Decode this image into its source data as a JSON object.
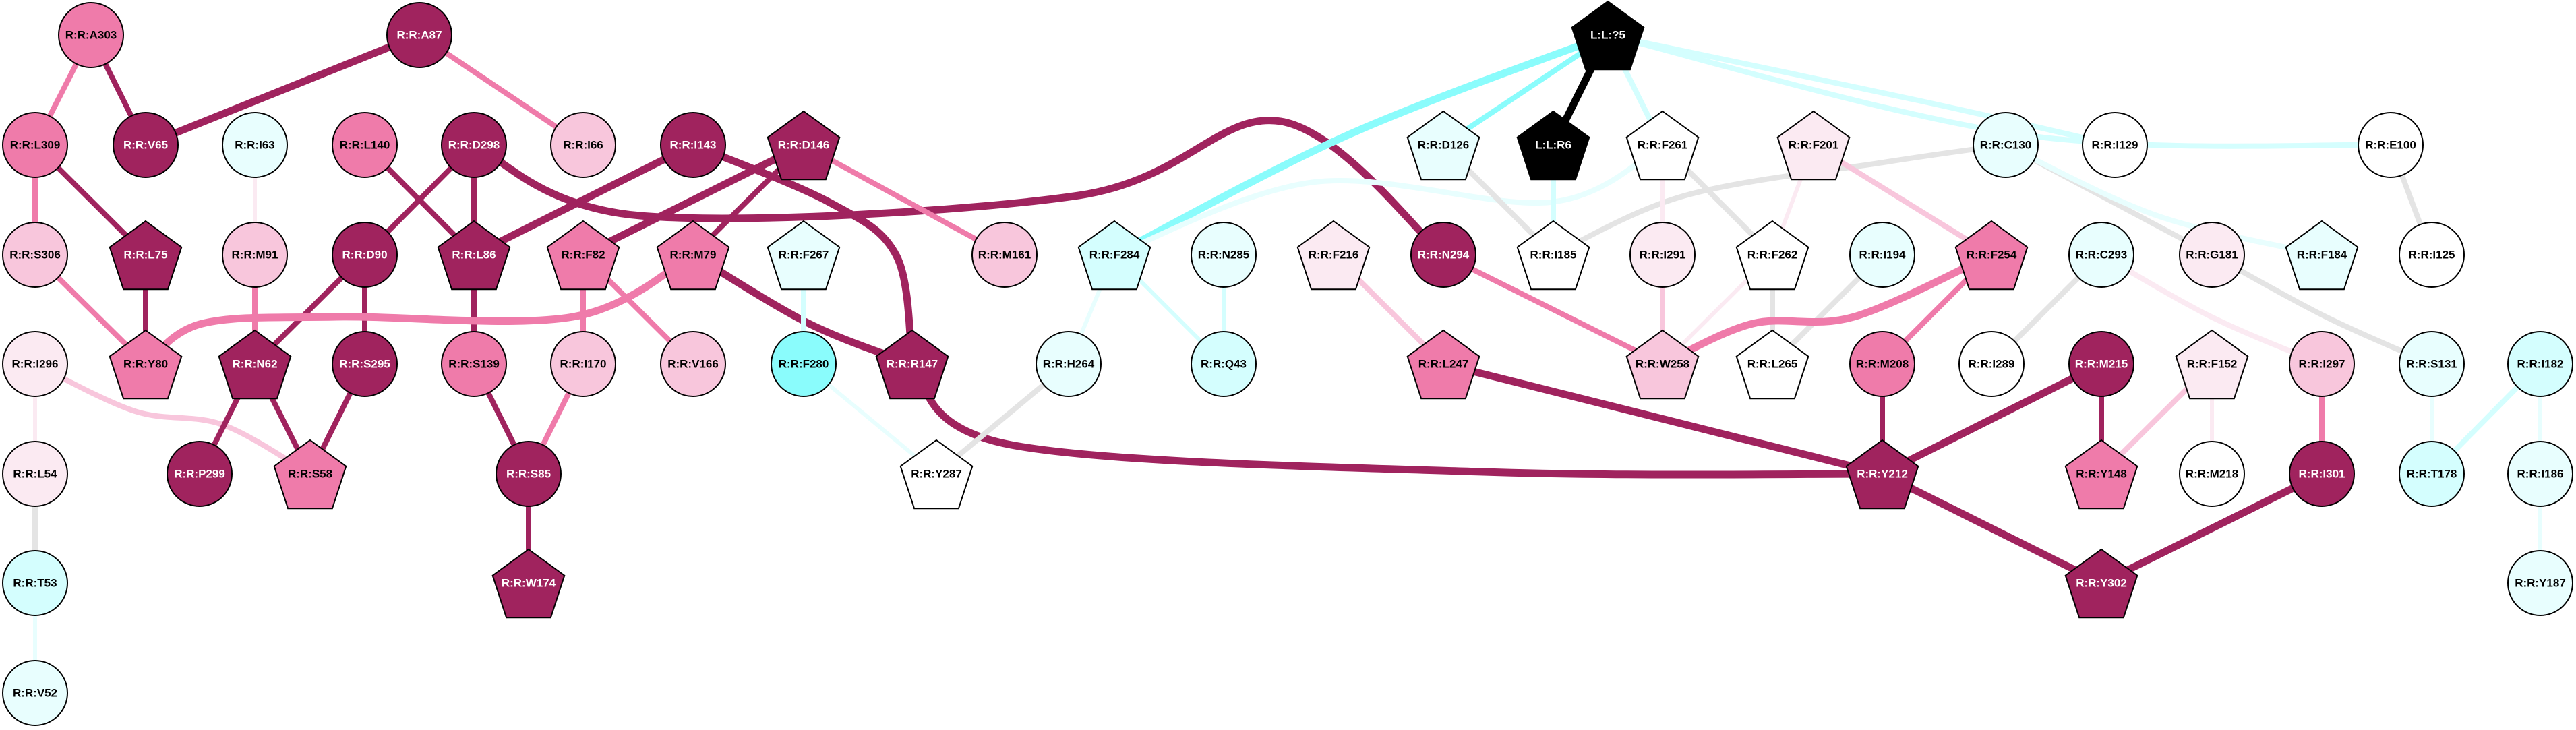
{
  "title": "Residue interaction network",
  "palette": {
    "dark": "#A0235E",
    "pink": "#EF7BAA",
    "light_pink": "#F8C6DC",
    "pale_pink": "#FBEAF2",
    "white": "#FFFFFF",
    "pale_cyan": "#E8FEFE",
    "light_cyan": "#D4FEFE",
    "cyan": "#8AFCFC",
    "black": "#000000",
    "gray": "#E4E4E4"
  },
  "nodes": [
    {
      "id": "A303",
      "label": "R:R:A303",
      "shape": "circle",
      "fill": "pink"
    },
    {
      "id": "A87",
      "label": "R:R:A87",
      "shape": "circle",
      "fill": "dark"
    },
    {
      "id": "L:?5",
      "label": "L:L:?5",
      "shape": "pentagon",
      "fill": "black"
    },
    {
      "id": "L309",
      "label": "R:R:L309",
      "shape": "circle",
      "fill": "pink"
    },
    {
      "id": "V65",
      "label": "R:R:V65",
      "shape": "circle",
      "fill": "dark"
    },
    {
      "id": "I63",
      "label": "R:R:I63",
      "shape": "circle",
      "fill": "pale_cyan"
    },
    {
      "id": "L140",
      "label": "R:R:L140",
      "shape": "circle",
      "fill": "pink"
    },
    {
      "id": "D298",
      "label": "R:R:D298",
      "shape": "circle",
      "fill": "dark"
    },
    {
      "id": "I66",
      "label": "R:R:I66",
      "shape": "circle",
      "fill": "light_pink"
    },
    {
      "id": "I143",
      "label": "R:R:I143",
      "shape": "circle",
      "fill": "dark"
    },
    {
      "id": "D146",
      "label": "R:R:D146",
      "shape": "pentagon",
      "fill": "dark"
    },
    {
      "id": "D126",
      "label": "R:R:D126",
      "shape": "pentagon",
      "fill": "pale_cyan"
    },
    {
      "id": "L:R6",
      "label": "L:L:R6",
      "shape": "pentagon",
      "fill": "black"
    },
    {
      "id": "F261",
      "label": "R:R:F261",
      "shape": "pentagon",
      "fill": "white"
    },
    {
      "id": "F201",
      "label": "R:R:F201",
      "shape": "pentagon",
      "fill": "pale_pink"
    },
    {
      "id": "C130",
      "label": "R:R:C130",
      "shape": "circle",
      "fill": "pale_cyan"
    },
    {
      "id": "I129",
      "label": "R:R:I129",
      "shape": "circle",
      "fill": "white"
    },
    {
      "id": "E100",
      "label": "R:R:E100",
      "shape": "circle",
      "fill": "white"
    },
    {
      "id": "S306",
      "label": "R:R:S306",
      "shape": "circle",
      "fill": "light_pink"
    },
    {
      "id": "L75",
      "label": "R:R:L75",
      "shape": "pentagon",
      "fill": "dark"
    },
    {
      "id": "M91",
      "label": "R:R:M91",
      "shape": "circle",
      "fill": "light_pink"
    },
    {
      "id": "D90",
      "label": "R:R:D90",
      "shape": "circle",
      "fill": "dark"
    },
    {
      "id": "L86",
      "label": "R:R:L86",
      "shape": "pentagon",
      "fill": "dark"
    },
    {
      "id": "F82",
      "label": "R:R:F82",
      "shape": "pentagon",
      "fill": "pink"
    },
    {
      "id": "M79",
      "label": "R:R:M79",
      "shape": "pentagon",
      "fill": "pink"
    },
    {
      "id": "F267",
      "label": "R:R:F267",
      "shape": "pentagon",
      "fill": "pale_cyan"
    },
    {
      "id": "M161",
      "label": "R:R:M161",
      "shape": "circle",
      "fill": "light_pink"
    },
    {
      "id": "F284",
      "label": "R:R:F284",
      "shape": "pentagon",
      "fill": "light_cyan"
    },
    {
      "id": "N285",
      "label": "R:R:N285",
      "shape": "circle",
      "fill": "pale_cyan"
    },
    {
      "id": "F216",
      "label": "R:R:F216",
      "shape": "pentagon",
      "fill": "pale_pink"
    },
    {
      "id": "N294",
      "label": "R:R:N294",
      "shape": "circle",
      "fill": "dark"
    },
    {
      "id": "I185",
      "label": "R:R:I185",
      "shape": "pentagon",
      "fill": "white"
    },
    {
      "id": "I291",
      "label": "R:R:I291",
      "shape": "circle",
      "fill": "pale_pink"
    },
    {
      "id": "F262",
      "label": "R:R:F262",
      "shape": "pentagon",
      "fill": "white"
    },
    {
      "id": "I194",
      "label": "R:R:I194",
      "shape": "circle",
      "fill": "pale_cyan"
    },
    {
      "id": "F254",
      "label": "R:R:F254",
      "shape": "pentagon",
      "fill": "pink"
    },
    {
      "id": "C293",
      "label": "R:R:C293",
      "shape": "circle",
      "fill": "pale_cyan"
    },
    {
      "id": "G181",
      "label": "R:R:G181",
      "shape": "circle",
      "fill": "pale_pink"
    },
    {
      "id": "F184",
      "label": "R:R:F184",
      "shape": "pentagon",
      "fill": "pale_cyan"
    },
    {
      "id": "I125",
      "label": "R:R:I125",
      "shape": "circle",
      "fill": "white"
    },
    {
      "id": "I296",
      "label": "R:R:I296",
      "shape": "circle",
      "fill": "pale_pink"
    },
    {
      "id": "Y80",
      "label": "R:R:Y80",
      "shape": "pentagon",
      "fill": "pink"
    },
    {
      "id": "N62",
      "label": "R:R:N62",
      "shape": "pentagon",
      "fill": "dark"
    },
    {
      "id": "S295",
      "label": "R:R:S295",
      "shape": "circle",
      "fill": "dark"
    },
    {
      "id": "S139",
      "label": "R:R:S139",
      "shape": "circle",
      "fill": "pink"
    },
    {
      "id": "I170",
      "label": "R:R:I170",
      "shape": "circle",
      "fill": "light_pink"
    },
    {
      "id": "V166",
      "label": "R:R:V166",
      "shape": "circle",
      "fill": "light_pink"
    },
    {
      "id": "F280",
      "label": "R:R:F280",
      "shape": "circle",
      "fill": "cyan"
    },
    {
      "id": "R147",
      "label": "R:R:R147",
      "shape": "pentagon",
      "fill": "dark"
    },
    {
      "id": "H264",
      "label": "R:R:H264",
      "shape": "circle",
      "fill": "pale_cyan"
    },
    {
      "id": "Q43",
      "label": "R:R:Q43",
      "shape": "circle",
      "fill": "light_cyan"
    },
    {
      "id": "L247",
      "label": "R:R:L247",
      "shape": "pentagon",
      "fill": "pink"
    },
    {
      "id": "W258",
      "label": "R:R:W258",
      "shape": "pentagon",
      "fill": "light_pink"
    },
    {
      "id": "L265",
      "label": "R:R:L265",
      "shape": "pentagon",
      "fill": "white"
    },
    {
      "id": "M208",
      "label": "R:R:M208",
      "shape": "circle",
      "fill": "pink"
    },
    {
      "id": "I289",
      "label": "R:R:I289",
      "shape": "circle",
      "fill": "white"
    },
    {
      "id": "M215",
      "label": "R:R:M215",
      "shape": "circle",
      "fill": "dark"
    },
    {
      "id": "F152",
      "label": "R:R:F152",
      "shape": "pentagon",
      "fill": "pale_pink"
    },
    {
      "id": "I297",
      "label": "R:R:I297",
      "shape": "circle",
      "fill": "light_pink"
    },
    {
      "id": "S131",
      "label": "R:R:S131",
      "shape": "circle",
      "fill": "pale_cyan"
    },
    {
      "id": "I182",
      "label": "R:R:I182",
      "shape": "circle",
      "fill": "light_cyan"
    },
    {
      "id": "L54",
      "label": "R:R:L54",
      "shape": "circle",
      "fill": "pale_pink"
    },
    {
      "id": "P299",
      "label": "R:R:P299",
      "shape": "circle",
      "fill": "dark"
    },
    {
      "id": "S58",
      "label": "R:R:S58",
      "shape": "pentagon",
      "fill": "pink"
    },
    {
      "id": "S85",
      "label": "R:R:S85",
      "shape": "circle",
      "fill": "dark"
    },
    {
      "id": "Y287",
      "label": "R:R:Y287",
      "shape": "pentagon",
      "fill": "white"
    },
    {
      "id": "Y212",
      "label": "R:R:Y212",
      "shape": "pentagon",
      "fill": "dark"
    },
    {
      "id": "Y148",
      "label": "R:R:Y148",
      "shape": "pentagon",
      "fill": "pink"
    },
    {
      "id": "M218",
      "label": "R:R:M218",
      "shape": "circle",
      "fill": "white"
    },
    {
      "id": "I301",
      "label": "R:R:I301",
      "shape": "circle",
      "fill": "dark"
    },
    {
      "id": "T178",
      "label": "R:R:T178",
      "shape": "circle",
      "fill": "light_cyan"
    },
    {
      "id": "I186",
      "label": "R:R:I186",
      "shape": "circle",
      "fill": "pale_cyan"
    },
    {
      "id": "T53",
      "label": "R:R:T53",
      "shape": "circle",
      "fill": "light_cyan"
    },
    {
      "id": "W174",
      "label": "R:R:W174",
      "shape": "pentagon",
      "fill": "dark"
    },
    {
      "id": "Y302",
      "label": "R:R:Y302",
      "shape": "pentagon",
      "fill": "dark"
    },
    {
      "id": "Y187",
      "label": "R:R:Y187",
      "shape": "circle",
      "fill": "pale_cyan"
    },
    {
      "id": "V52",
      "label": "R:R:V52",
      "shape": "circle",
      "fill": "pale_cyan"
    }
  ],
  "edges": [
    {
      "source": "A303",
      "target": "L309",
      "color": "pink",
      "strength": "medium"
    },
    {
      "source": "A303",
      "target": "V65",
      "color": "dark",
      "strength": "medium"
    },
    {
      "source": "A87",
      "target": "V65",
      "color": "dark",
      "strength": "strong"
    },
    {
      "source": "A87",
      "target": "I66",
      "color": "pink",
      "strength": "medium"
    },
    {
      "source": "L309",
      "target": "S306",
      "color": "pink",
      "strength": "medium"
    },
    {
      "source": "L309",
      "target": "L75",
      "color": "dark",
      "strength": "medium"
    },
    {
      "source": "S306",
      "target": "Y80",
      "color": "pink",
      "strength": "medium"
    },
    {
      "source": "L75",
      "target": "Y80",
      "color": "dark",
      "strength": "medium"
    },
    {
      "source": "I63",
      "target": "M91",
      "color": "pale_pink",
      "strength": "weak"
    },
    {
      "source": "M91",
      "target": "N62",
      "color": "pink",
      "strength": "medium"
    },
    {
      "source": "L140",
      "target": "L86",
      "color": "dark",
      "strength": "medium"
    },
    {
      "source": "D298",
      "target": "D90",
      "color": "dark",
      "strength": "medium"
    },
    {
      "source": "D298",
      "target": "L86",
      "color": "dark",
      "strength": "medium"
    },
    {
      "source": "D298",
      "target": "N294",
      "color": "dark",
      "strength": "strong"
    },
    {
      "source": "D90",
      "target": "N62",
      "color": "dark",
      "strength": "medium"
    },
    {
      "source": "D90",
      "target": "S295",
      "color": "dark",
      "strength": "medium"
    },
    {
      "source": "I143",
      "target": "L86",
      "color": "dark",
      "strength": "strong"
    },
    {
      "source": "I143",
      "target": "R147",
      "color": "dark",
      "strength": "strong"
    },
    {
      "source": "D146",
      "target": "F82",
      "color": "dark",
      "strength": "strong"
    },
    {
      "source": "D146",
      "target": "M79",
      "color": "dark",
      "strength": "medium"
    },
    {
      "source": "D146",
      "target": "M161",
      "color": "pink",
      "strength": "medium"
    },
    {
      "source": "L86",
      "target": "S139",
      "color": "dark",
      "strength": "medium"
    },
    {
      "source": "F82",
      "target": "I170",
      "color": "pink",
      "strength": "medium"
    },
    {
      "source": "F82",
      "target": "V166",
      "color": "pink",
      "strength": "medium"
    },
    {
      "source": "M79",
      "target": "Y80",
      "color": "pink",
      "strength": "strong"
    },
    {
      "source": "M79",
      "target": "R147",
      "color": "dark",
      "strength": "strong"
    },
    {
      "source": "F267",
      "target": "F280",
      "color": "light_cyan",
      "strength": "medium"
    },
    {
      "source": "F280",
      "target": "Y287",
      "color": "pale_cyan",
      "strength": "weak"
    },
    {
      "source": "I296",
      "target": "L54",
      "color": "pale_pink",
      "strength": "weak"
    },
    {
      "source": "I296",
      "target": "S58",
      "color": "light_pink",
      "strength": "medium"
    },
    {
      "source": "N62",
      "target": "P299",
      "color": "dark",
      "strength": "medium"
    },
    {
      "source": "N62",
      "target": "S58",
      "color": "dark",
      "strength": "medium"
    },
    {
      "source": "S295",
      "target": "S58",
      "color": "dark",
      "strength": "medium"
    },
    {
      "source": "S139",
      "target": "S85",
      "color": "dark",
      "strength": "medium"
    },
    {
      "source": "I170",
      "target": "S85",
      "color": "pink",
      "strength": "medium"
    },
    {
      "source": "S85",
      "target": "W174",
      "color": "dark",
      "strength": "medium"
    },
    {
      "source": "L54",
      "target": "T53",
      "color": "gray",
      "strength": "medium"
    },
    {
      "source": "T53",
      "target": "V52",
      "color": "pale_cyan",
      "strength": "weak"
    },
    {
      "source": "R147",
      "target": "Y212",
      "color": "dark",
      "strength": "strong"
    },
    {
      "source": "H264",
      "target": "Y287",
      "color": "gray",
      "strength": "medium"
    },
    {
      "source": "F284",
      "target": "H264",
      "color": "pale_cyan",
      "strength": "weak"
    },
    {
      "source": "F284",
      "target": "Q43",
      "color": "light_cyan",
      "strength": "weak"
    },
    {
      "source": "N285",
      "target": "Q43",
      "color": "light_cyan",
      "strength": "weak"
    },
    {
      "source": "F216",
      "target": "L247",
      "color": "light_pink",
      "strength": "medium"
    },
    {
      "source": "L247",
      "target": "Y212",
      "color": "dark",
      "strength": "strong"
    },
    {
      "source": "N294",
      "target": "W258",
      "color": "pink",
      "strength": "medium"
    },
    {
      "source": "L:?5",
      "target": "F284",
      "color": "cyan",
      "strength": "strong"
    },
    {
      "source": "L:?5",
      "target": "D126",
      "color": "cyan",
      "strength": "medium"
    },
    {
      "source": "L:?5",
      "target": "L:R6",
      "color": "black",
      "strength": "strong"
    },
    {
      "source": "L:?5",
      "target": "F261",
      "color": "light_cyan",
      "strength": "medium"
    },
    {
      "source": "L:?5",
      "target": "I129",
      "color": "light_cyan",
      "strength": "medium"
    },
    {
      "source": "L:?5",
      "target": "E100",
      "color": "light_cyan",
      "strength": "medium"
    },
    {
      "source": "F284",
      "target": "F261",
      "color": "pale_cyan",
      "strength": "medium"
    },
    {
      "source": "L:R6",
      "target": "I185",
      "color": "light_cyan",
      "strength": "medium"
    },
    {
      "source": "D126",
      "target": "I185",
      "color": "gray",
      "strength": "medium"
    },
    {
      "source": "I185",
      "target": "C130",
      "color": "gray",
      "strength": "medium"
    },
    {
      "source": "F261",
      "target": "I291",
      "color": "pale_pink",
      "strength": "weak"
    },
    {
      "source": "F261",
      "target": "F262",
      "color": "gray",
      "strength": "medium"
    },
    {
      "source": "F201",
      "target": "F262",
      "color": "pale_pink",
      "strength": "weak"
    },
    {
      "source": "F201",
      "target": "F254",
      "color": "light_pink",
      "strength": "medium"
    },
    {
      "source": "I291",
      "target": "W258",
      "color": "light_pink",
      "strength": "medium"
    },
    {
      "source": "F262",
      "target": "W258",
      "color": "pale_pink",
      "strength": "weak"
    },
    {
      "source": "F262",
      "target": "L265",
      "color": "gray",
      "strength": "medium"
    },
    {
      "source": "I194",
      "target": "L265",
      "color": "gray",
      "strength": "medium"
    },
    {
      "source": "F254",
      "target": "W258",
      "color": "pink",
      "strength": "strong"
    },
    {
      "source": "F254",
      "target": "M208",
      "color": "pink",
      "strength": "medium"
    },
    {
      "source": "M208",
      "target": "Y212",
      "color": "dark",
      "strength": "medium"
    },
    {
      "source": "C130",
      "target": "G181",
      "color": "gray",
      "strength": "medium"
    },
    {
      "source": "C130",
      "target": "F184",
      "color": "pale_cyan",
      "strength": "medium"
    },
    {
      "source": "C293",
      "target": "I289",
      "color": "gray",
      "strength": "medium"
    },
    {
      "source": "C293",
      "target": "I297",
      "color": "pale_pink",
      "strength": "medium"
    },
    {
      "source": "G181",
      "target": "S131",
      "color": "gray",
      "strength": "medium"
    },
    {
      "source": "E100",
      "target": "I125",
      "color": "gray",
      "strength": "medium"
    },
    {
      "source": "M215",
      "target": "Y212",
      "color": "dark",
      "strength": "strong"
    },
    {
      "source": "M215",
      "target": "Y148",
      "color": "dark",
      "strength": "medium"
    },
    {
      "source": "F152",
      "target": "Y148",
      "color": "light_pink",
      "strength": "medium"
    },
    {
      "source": "F152",
      "target": "M218",
      "color": "pale_pink",
      "strength": "weak"
    },
    {
      "source": "I297",
      "target": "I301",
      "color": "pink",
      "strength": "medium"
    },
    {
      "source": "S131",
      "target": "T178",
      "color": "pale_cyan",
      "strength": "weak"
    },
    {
      "source": "I182",
      "target": "T178",
      "color": "light_cyan",
      "strength": "medium"
    },
    {
      "source": "I182",
      "target": "I186",
      "color": "pale_cyan",
      "strength": "weak"
    },
    {
      "source": "I186",
      "target": "Y187",
      "color": "pale_cyan",
      "strength": "weak"
    },
    {
      "source": "Y212",
      "target": "Y302",
      "color": "dark",
      "strength": "strong"
    },
    {
      "source": "I301",
      "target": "Y302",
      "color": "dark",
      "strength": "strong"
    }
  ]
}
